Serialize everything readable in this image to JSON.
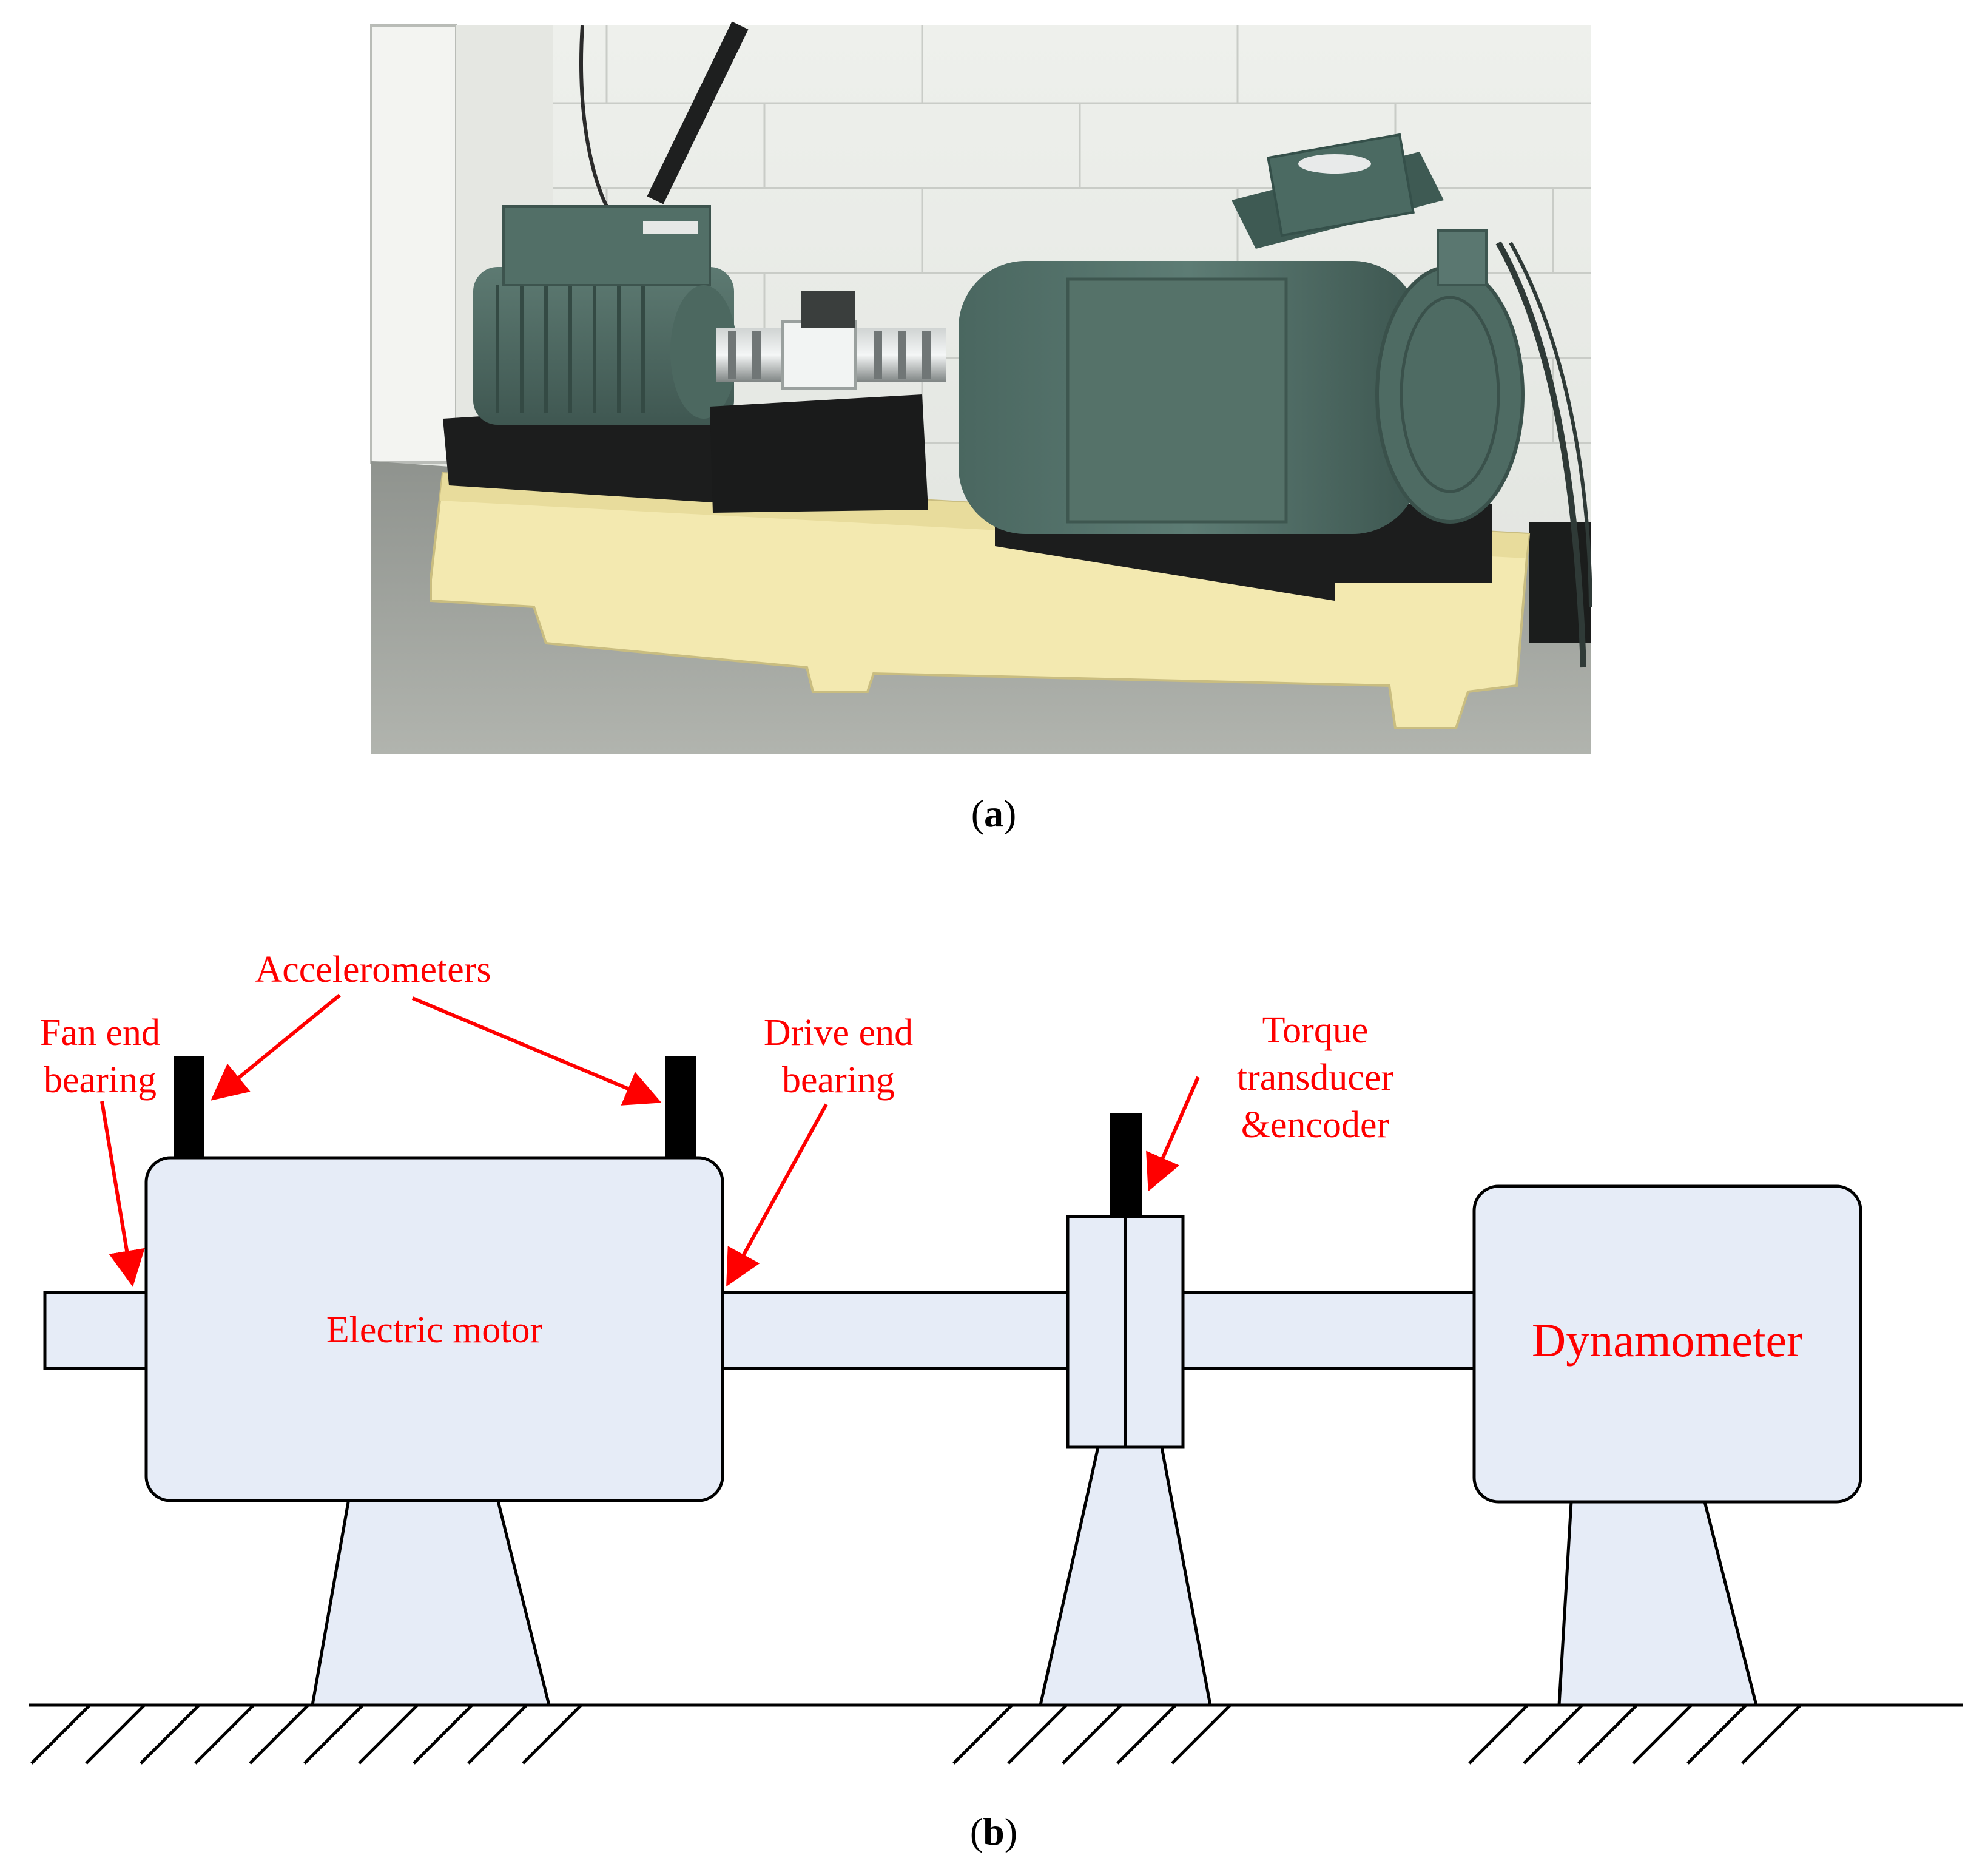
{
  "figure": {
    "panel_a": {
      "caption_open": "(",
      "caption_letter": "a",
      "caption_close": ")"
    },
    "panel_b": {
      "caption_open": "(",
      "caption_letter": "b",
      "caption_close": ")",
      "labels": {
        "accelerometers": "Accelerometers",
        "fan_end_line1": "Fan end",
        "fan_end_line2": "bearing",
        "drive_end_line1": "Drive end",
        "drive_end_line2": "bearing",
        "torque_line1": "Torque",
        "torque_line2": "transducer",
        "torque_line3": "&encoder",
        "electric_motor": "Electric motor",
        "dynamometer": "Dynamometer"
      }
    }
  },
  "colors": {
    "label_red": "#ff0000",
    "component_fill": "#e6ecf7",
    "outline": "#000000",
    "sensor_black": "#000000",
    "photo_wall": "#e8ebe6",
    "photo_floor": "#9ea19c",
    "photo_machine_green": "#4f6b63",
    "photo_base_yellow": "#f3e9b0"
  }
}
